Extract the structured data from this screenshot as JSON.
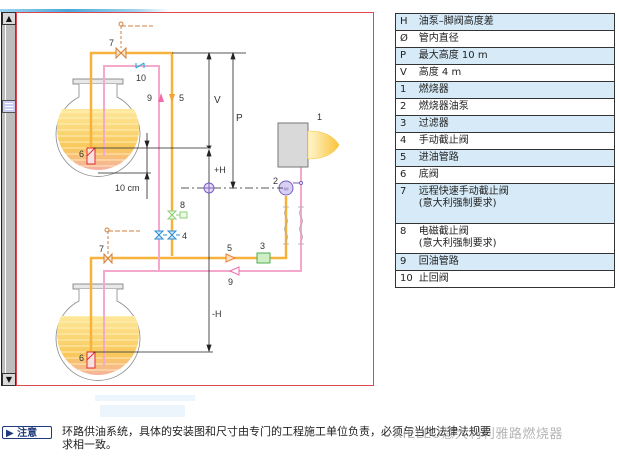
{
  "diagram": {
    "labels": {
      "valve_7_top": "7",
      "check_valve_10": "10",
      "return_9": "9",
      "supply_5": "5",
      "V": "V",
      "P": "P",
      "plus_H": "+H",
      "burner_1": "1",
      "foot_valve_6_top": "6",
      "ten_cm": "10 cm",
      "pump_2": "2",
      "solenoid_8": "8",
      "manual_valve_4": "4",
      "valve_7_bottom": "7",
      "supply_5_bottom": "5",
      "filter_3": "3",
      "return_9_bottom": "9",
      "minus_H": "-H",
      "foot_valve_6_bottom": "6"
    },
    "colors": {
      "supply_line": "#f7b23b",
      "return_line": "#f4a9cc",
      "frame": "#e0474c",
      "valve_blue": "#2b8fd6",
      "solenoid_green": "#8dcf7a",
      "pump_purple": "#7a5fc0",
      "foot_valve_red": "#e03030"
    }
  },
  "legend": [
    {
      "key": "H",
      "text": "油泵–脚阀高度差",
      "sub": ""
    },
    {
      "key": "Ø",
      "text": "管内直径",
      "sub": ""
    },
    {
      "key": "P",
      "text": "最大高度  10 m",
      "sub": ""
    },
    {
      "key": "V",
      "text": "高度  4 m",
      "sub": ""
    },
    {
      "key": "1",
      "text": "燃烧器",
      "sub": ""
    },
    {
      "key": "2",
      "text": "燃烧器油泵",
      "sub": ""
    },
    {
      "key": "3",
      "text": "过滤器",
      "sub": ""
    },
    {
      "key": "4",
      "text": "手动截止阀",
      "sub": ""
    },
    {
      "key": "5",
      "text": "进油管路",
      "sub": ""
    },
    {
      "key": "6",
      "text": "底阀",
      "sub": ""
    },
    {
      "key": "7",
      "text": "远程快速手动截止阀",
      "sub": "(意大利强制要求)"
    },
    {
      "key": "8",
      "text": "电磁截止阀",
      "sub": "(意大利强制要求)"
    },
    {
      "key": "9",
      "text": "回油管路",
      "sub": ""
    },
    {
      "key": "10",
      "text": "止回阀",
      "sub": ""
    }
  ],
  "note": {
    "badge": "▶ 注意",
    "text": "环路供油系统，具体的安装图和尺寸由专门的工程施工单位负责，必须与当地法律法规要求相一致。",
    "text_line1": "环路供油系统，具体的安装图和尺寸由专门的工程施工单位负责，必须与当地法律法规要",
    "text_line2": "求相一致。"
  },
  "watermark": "RIELLO意大利利雅路燃烧器",
  "scrollbar": {
    "up": "▲",
    "down": "▼"
  }
}
